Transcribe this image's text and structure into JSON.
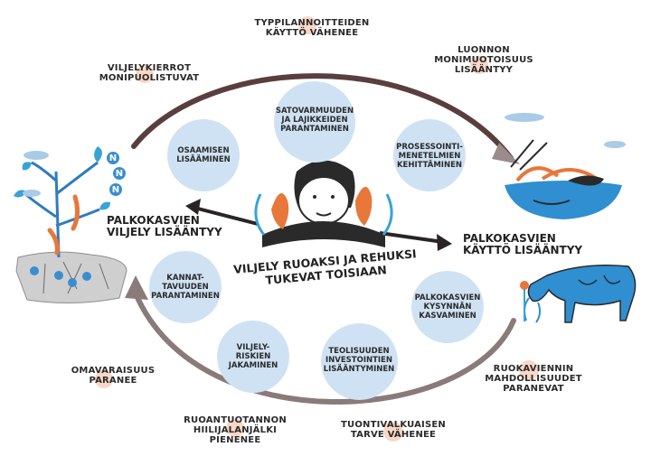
{
  "outer_labels": [
    {
      "id": "typpi",
      "text": "TYPPILANNOITTEIDEN\nKÄYTTÖ VÄHENEE"
    },
    {
      "id": "kierrot",
      "text": "VILJELYKIERROT\nMONIPUOLISTUVAT"
    },
    {
      "id": "luonto",
      "text": "LUONNON\nMONIMUOTOISUUS\nLISÄÄNTYY"
    },
    {
      "id": "omavar",
      "text": "OMAVARAISUUS\nPARANEE"
    },
    {
      "id": "vienti",
      "text": "RUOKAVIENNIN\nMAHDOLLISUUDET PARANEVAT"
    },
    {
      "id": "hiili",
      "text": "RUOANTUOTANNON\nHIILIJALANJÄLKI\nPIENENEE"
    },
    {
      "id": "tuonti",
      "text": "TUONTIVALKUAISEN\nTARVE VÄHENEE"
    }
  ],
  "bubbles": [
    {
      "id": "osaaminen",
      "text": "OSAAMISEN\nLISÄÄMINEN"
    },
    {
      "id": "satovarmuus",
      "text": "SATOVARMUUDEN\nJA LAJIKKEIDEN\nPARANTAMINEN"
    },
    {
      "id": "prosessointi",
      "text": "PROSESSOINTI-\nMENETELMIEN\nKEHITTÄMINEN"
    },
    {
      "id": "kannattavuus",
      "text": "KANNAT-\nTAVUUDEN\nPARANTAMINEN"
    },
    {
      "id": "kysynta",
      "text": "PALKOKASVIEN\nKYSYNNÄN\nKASVAMINEN"
    },
    {
      "id": "riskit",
      "text": "VILJELY-\nRISKIEN\nJAKAMINEN"
    },
    {
      "id": "investoinnit",
      "text": "TEOLISUUDEN\nINVESTOINTIEN\nLISÄÄNTYMINEN"
    }
  ],
  "left_heading": "PALKOKASVIEN\nVILJELY LISÄÄNTYY",
  "right_heading": "PALKOKASVIEN\nKÄYTTÖ LISÄÄNTYY",
  "center_title": "VILJELY RUOAKSI JA REHUKSI\nTUKEVAT TOISIAAN",
  "nitrogen_symbol": "N",
  "colors": {
    "arrow": "#6b4b4b",
    "bubble": "#cfe2f3",
    "label_dot": "#f6c9b3",
    "leaf_blue": "#3aa3d6",
    "pod_orange": "#e8773a",
    "cow_blue": "#2f8fd0"
  }
}
